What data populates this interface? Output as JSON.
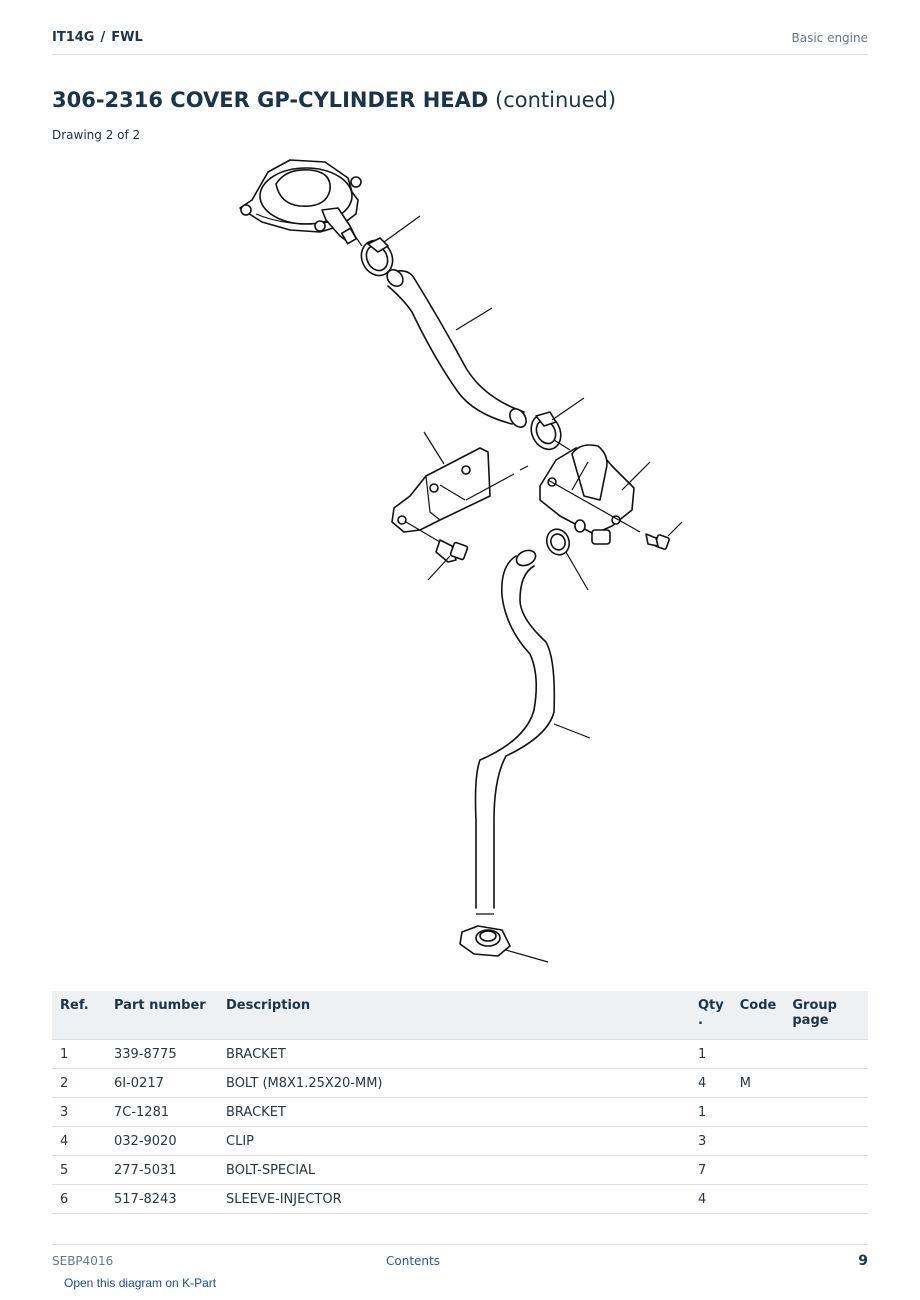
{
  "header": {
    "model": "IT14G",
    "separator": "/",
    "serial_prefix": "FWL",
    "section": "Basic engine"
  },
  "title": {
    "main": "306-2316 COVER GP-CYLINDER HEAD",
    "suffix": "(continued)"
  },
  "subtitle": "Drawing 2 of 2",
  "table": {
    "headers": {
      "ref": "Ref.",
      "part_number": "Part number",
      "description": "Description",
      "qty": "Qty .",
      "code": "Code",
      "group_page": "Group page"
    },
    "rows": [
      {
        "ref": "1",
        "part_number": "339-8775",
        "description": "BRACKET",
        "qty": "1",
        "code": "",
        "group_page": ""
      },
      {
        "ref": "2",
        "part_number": "6I-0217",
        "description": "BOLT (M8X1.25X20-MM)",
        "qty": "4",
        "code": "M",
        "group_page": ""
      },
      {
        "ref": "3",
        "part_number": "7C-1281",
        "description": "BRACKET",
        "qty": "1",
        "code": "",
        "group_page": ""
      },
      {
        "ref": "4",
        "part_number": "032-9020",
        "description": "CLIP",
        "qty": "3",
        "code": "",
        "group_page": ""
      },
      {
        "ref": "5",
        "part_number": "277-5031",
        "description": "BOLT-SPECIAL",
        "qty": "7",
        "code": "",
        "group_page": ""
      },
      {
        "ref": "6",
        "part_number": "517-8243",
        "description": "SLEEVE-INJECTOR",
        "qty": "4",
        "code": "",
        "group_page": ""
      }
    ]
  },
  "footer": {
    "doc_number": "SEBP4016",
    "contents_link": "Contents",
    "page_number": "9"
  },
  "open_link": "Open this diagram on K-Part"
}
